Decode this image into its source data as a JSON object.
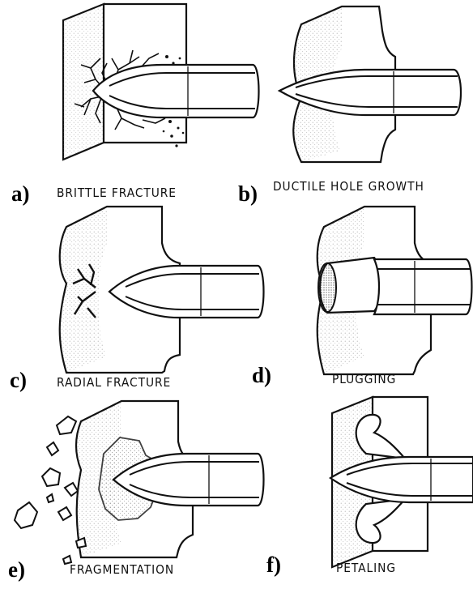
{
  "panels": [
    {
      "letter": "a)",
      "caption": "BRITTLE FRACTURE"
    },
    {
      "letter": "b)",
      "caption": "DUCTILE HOLE GROWTH"
    },
    {
      "letter": "c)",
      "caption": "RADIAL FRACTURE"
    },
    {
      "letter": "d)",
      "caption": "PLUGGING"
    },
    {
      "letter": "e)",
      "caption": "FRAGMENTATION"
    },
    {
      "letter": "f)",
      "caption": "PETALING"
    }
  ],
  "colors": {
    "ink": "#111111",
    "stipple": "#555555",
    "paper": "#ffffff"
  }
}
